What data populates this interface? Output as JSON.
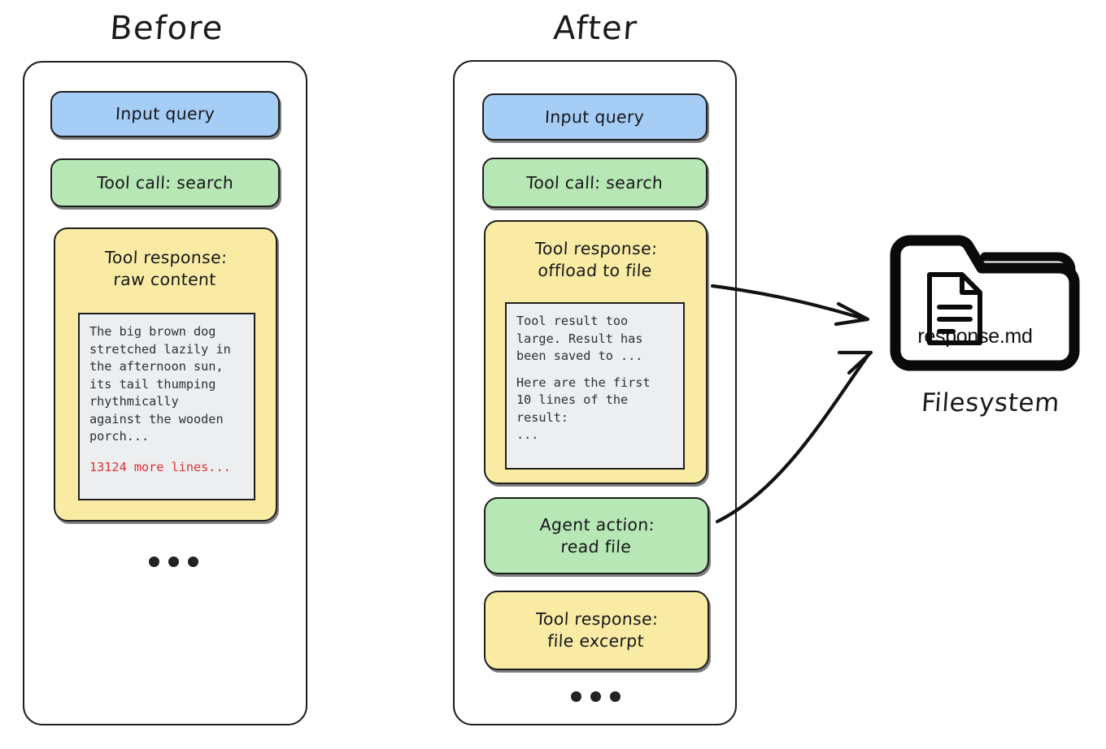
{
  "diagram": {
    "columns": [
      {
        "id": "before",
        "title": "Before",
        "blocks": [
          {
            "id": "input",
            "label": "Input query",
            "color": "#a5cdf5"
          },
          {
            "id": "toolcall",
            "label": "Tool call: search",
            "color": "#b7e7b4"
          },
          {
            "id": "response",
            "label": "Tool response:\nraw content",
            "color": "#f9eba4"
          }
        ],
        "code": {
          "body": "The big brown dog\nstretched lazily in\nthe afternoon sun,\nits tail thumping\nrhythmically\nagainst the wooden\nporch...",
          "more": "13124 more lines...",
          "more_color": "#e03131"
        },
        "ellipsis": "•••"
      },
      {
        "id": "after",
        "title": "After",
        "blocks": [
          {
            "id": "input",
            "label": "Input query",
            "color": "#a5cdf5"
          },
          {
            "id": "toolcall",
            "label": "Tool call: search",
            "color": "#b7e7b4"
          },
          {
            "id": "response",
            "label": "Tool response:\noffload to file",
            "color": "#f9eba4"
          },
          {
            "id": "agent",
            "label": "Agent action:\nread file",
            "color": "#b7e7b4"
          },
          {
            "id": "excerpt",
            "label": "Tool response:\nfile excerpt",
            "color": "#f9eba4"
          }
        ],
        "code": {
          "part1": "Tool result too\nlarge. Result has\nbeen saved to ...",
          "part2": "Here are the first\n10 lines of the\nresult:\n..."
        },
        "ellipsis": "•••"
      }
    ],
    "filesystem": {
      "icon": "folder-with-document-icon",
      "file_name": "response.md",
      "label": "Filesystem"
    },
    "arrows": [
      {
        "id": "offload-to-filesystem",
        "from": "after.response",
        "to": "filesystem"
      },
      {
        "id": "read-from-filesystem",
        "from": "after.agent",
        "to": "filesystem"
      }
    ],
    "colors": {
      "blue": "#a5cdf5",
      "green": "#b7e7b4",
      "yellow": "#f9eba4",
      "code_bg": "#eceef0",
      "ink": "#1e1e1e",
      "red": "#e03131"
    }
  }
}
